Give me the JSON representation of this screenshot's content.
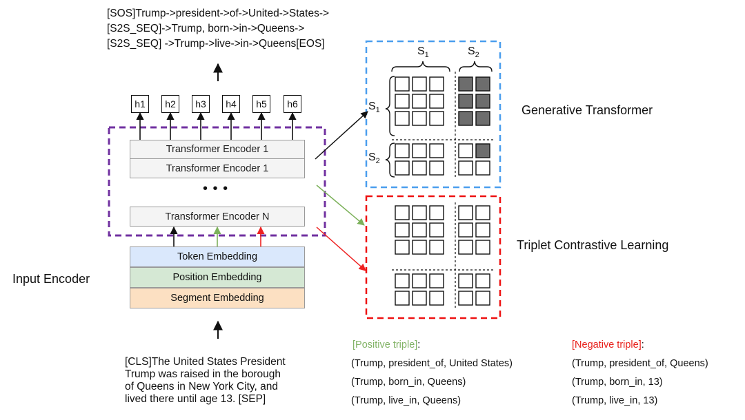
{
  "output_sequence": {
    "lines": [
      "[SOS]Trump->president->of->United->States->",
      "[S2S_SEQ]->Trump, born->in->Queens->",
      "[S2S_SEQ] ->Trump->live->in->Queens[EOS]"
    ]
  },
  "hidden_states": [
    "h1",
    "h2",
    "h3",
    "h4",
    "h5",
    "h6"
  ],
  "encoders": [
    "Transformer Encoder 1",
    "Transformer Encoder 1",
    "Transformer Encoder N"
  ],
  "ellipsis": "• • •",
  "embeddings": {
    "token": "Token Embedding",
    "position": "Position Embedding",
    "segment": "Segment Embedding"
  },
  "input_encoder_label": "Input Encoder",
  "input_text": {
    "lines": [
      "[CLS]The United States President",
      "Trump was raised in the borough",
      "of Queens in New York City, and",
      "lived there until age 13.  [SEP]"
    ]
  },
  "generative": {
    "title": "Generative Transformer",
    "s1": "S",
    "s1_sub": "1",
    "s2": "S",
    "s2_sub": "2"
  },
  "contrastive": {
    "title": "Triplet Contrastive Learning"
  },
  "positive": {
    "label": "[Positive triple]",
    "suffix": ":",
    "triples": [
      "(Trump, president_of, United States)",
      " (Trump, born_in, Queens)",
      " (Trump, live_in, Queens)"
    ]
  },
  "negative": {
    "label": "[Negative triple]",
    "suffix": ":",
    "triples": [
      "(Trump, president_of, Queens)",
      "(Trump, born_in, 13)",
      "(Trump, live_in, 13)"
    ]
  },
  "colors": {
    "purple_dash": "#7030a0",
    "blue_dash": "#4a9eee",
    "red_dash": "#ee1111",
    "green_arrow": "#7cb15a",
    "red_arrow": "#ee2222",
    "token_fill": "#dae8fc",
    "position_fill": "#d5e8d4",
    "segment_fill": "#fce0c2",
    "positive_text": "#82b366",
    "negative_text": "#e8201a",
    "filled_cell": "#6d6d6d"
  }
}
